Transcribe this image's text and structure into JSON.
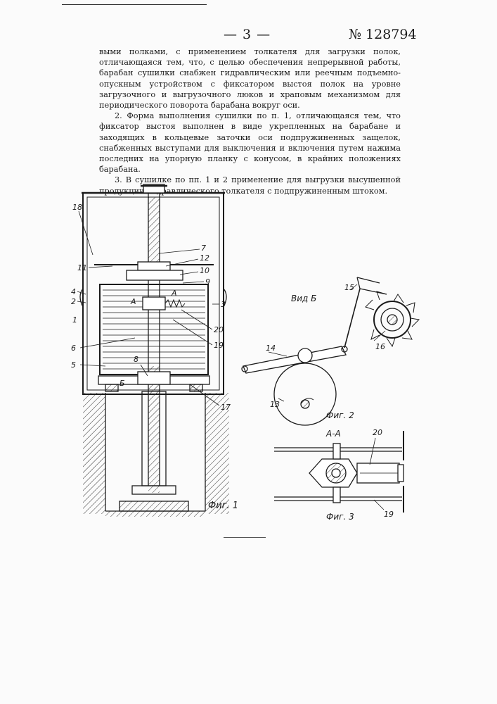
{
  "header": {
    "page_number": "— 3 —",
    "patent_number": "№ 128794"
  },
  "claims": [
    "выми полками, с применением толкателя для загрузки полок, отличающаяся тем, что, с целью обеспечения непрерывной работы, барабан сушилки снабжен гидравлическим или реечным подъемно-опускным устройством с фиксатором выстоя полок на уровне загрузочного и выгрузочного люков и храповым механизмом для периодического поворота барабана вокруг оси.",
    "2. Форма выполнения сушилки по п. 1, отличающаяся тем, что фиксатор выстоя выполнен в виде укрепленных на барабане и заходящих в кольцевые заточки оси подпружиненных защелок, снабженных выступами для выключения и включения путем нажима последних на упорную планку с конусом, в крайних положениях барабана.",
    "3. В сушилке по пп. 1 и 2 применение для выгрузки высушенной продукции гидравлического толкателя с подпружиненным штоком."
  ],
  "figures": {
    "fig1_caption": "Фиг. 1",
    "fig2_caption": "Фиг. 2",
    "fig3_caption": "Фиг. 3",
    "view_label": "Вид Б",
    "section_label": "А-А",
    "fig1_labels": {
      "l18": "18",
      "l7": "7",
      "l12": "12",
      "l11": "11",
      "l10": "10",
      "l9": "9",
      "l4": "4",
      "l2": "2",
      "l3": "3",
      "l1": "1",
      "lA1": "А",
      "lA2": "А",
      "l20": "20",
      "l19": "19",
      "l6": "6",
      "l5": "5",
      "l8": "8",
      "l17": "17",
      "lB": "Б"
    },
    "fig2_labels": {
      "l15": "15",
      "l16": "16",
      "l14": "14",
      "l13": "13"
    },
    "fig3_labels": {
      "l20": "20",
      "l19": "19"
    }
  }
}
